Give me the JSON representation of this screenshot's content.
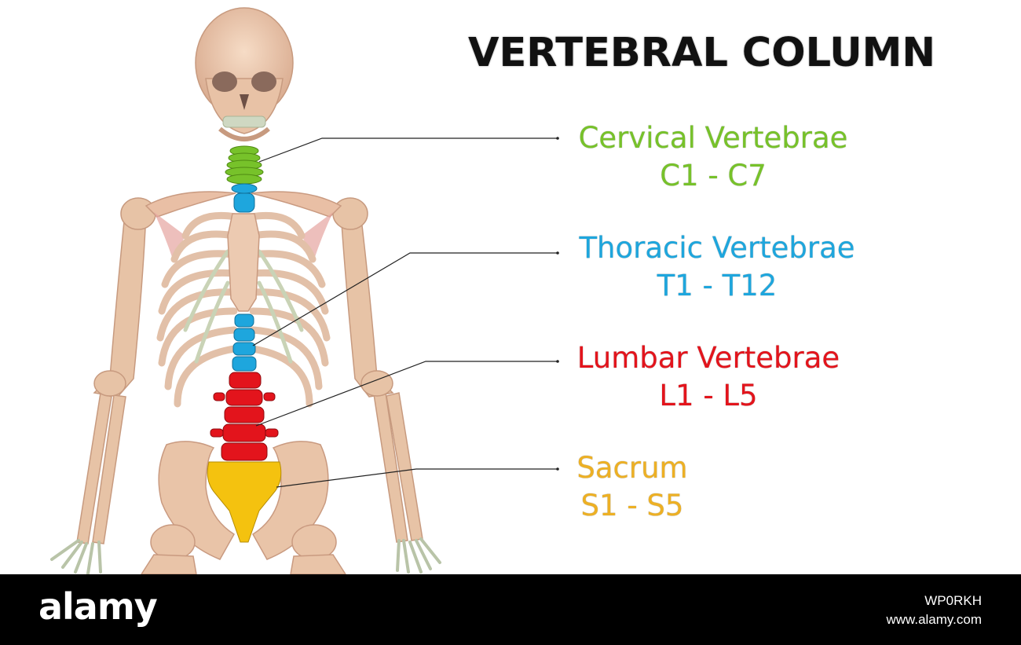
{
  "title": "VERTEBRAL COLUMN",
  "regions": {
    "cervical": {
      "name": "Cervical Vertebrae",
      "range": "C1 - C7",
      "color": "#77c22a"
    },
    "thoracic": {
      "name": "Thoracic Vertebrae",
      "range": "T1 - T12",
      "color": "#1ea6dd"
    },
    "lumbar": {
      "name": "Lumbar Vertebrae",
      "range": "L1 - L5",
      "color": "#e3141c"
    },
    "sacrum": {
      "name": "Sacrum",
      "range": "S1 - S5",
      "color": "#edb024"
    }
  },
  "bone_color": "#ebc8ae",
  "footer": {
    "brand": "alamy",
    "image_id": "WP0RKH",
    "site": "www.alamy.com"
  }
}
